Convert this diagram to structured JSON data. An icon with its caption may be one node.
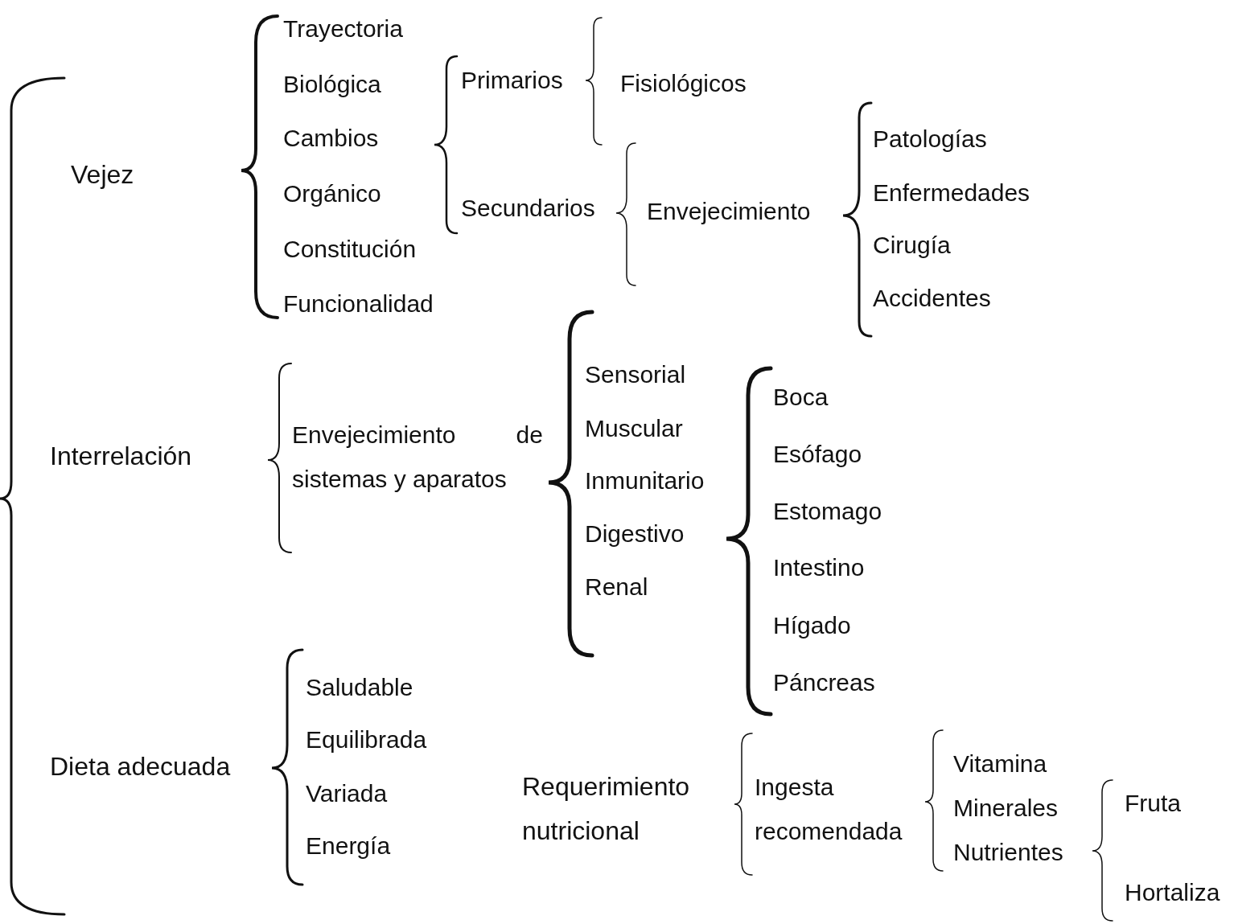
{
  "diagram": {
    "labels": [
      "Vejez",
      "Interrelación",
      "Dieta adecuada",
      "Trayectoria",
      "Biológica",
      "Cambios",
      "Orgánico",
      "Constitución",
      "Funcionalidad",
      "Primarios",
      "Secundarios",
      "Fisiológicos",
      "Envejecimiento",
      "Patologías",
      "Enfermedades",
      "Cirugía",
      "Accidentes",
      "Envejecimiento de sistemas y aparatos",
      "Sensorial",
      "Muscular",
      "Inmunitario",
      "Digestivo",
      "Renal",
      "Boca",
      "Esófago",
      "Estomago",
      "Intestino",
      "Hígado",
      "Páncreas",
      "Saludable",
      "Equilibrada",
      "Variada",
      "Energía",
      "Requerimiento nutricional",
      "Ingesta recomendada",
      "Vitamina",
      "Minerales",
      "Nutrientes",
      "Fruta",
      "Hortaliza"
    ]
  }
}
